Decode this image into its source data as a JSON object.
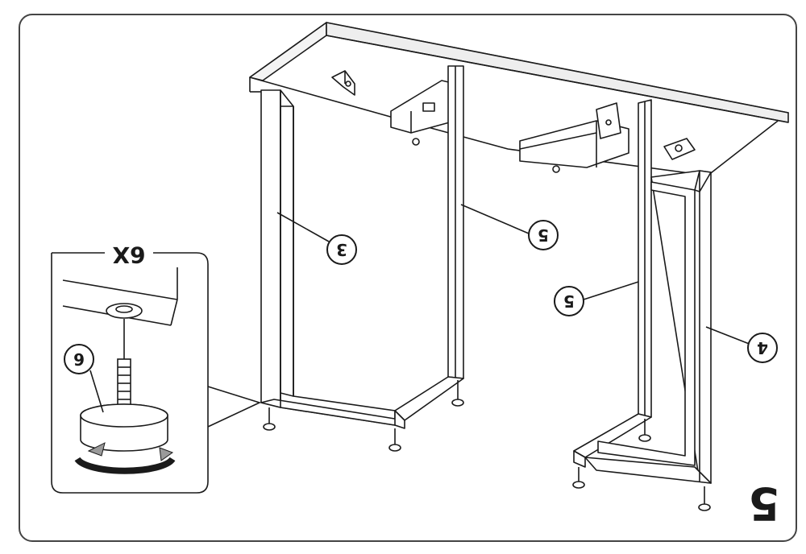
{
  "step_number": "5",
  "detail_quantity": "6X",
  "callouts": {
    "panel_left": "3",
    "leg_back": "5",
    "leg_front": "5",
    "panel_right": "4",
    "foot": "6"
  },
  "colors": {
    "line": "#1a1a1a",
    "fill": "#ffffff",
    "arrow": "#9a9a9a",
    "frame": "#444444"
  }
}
